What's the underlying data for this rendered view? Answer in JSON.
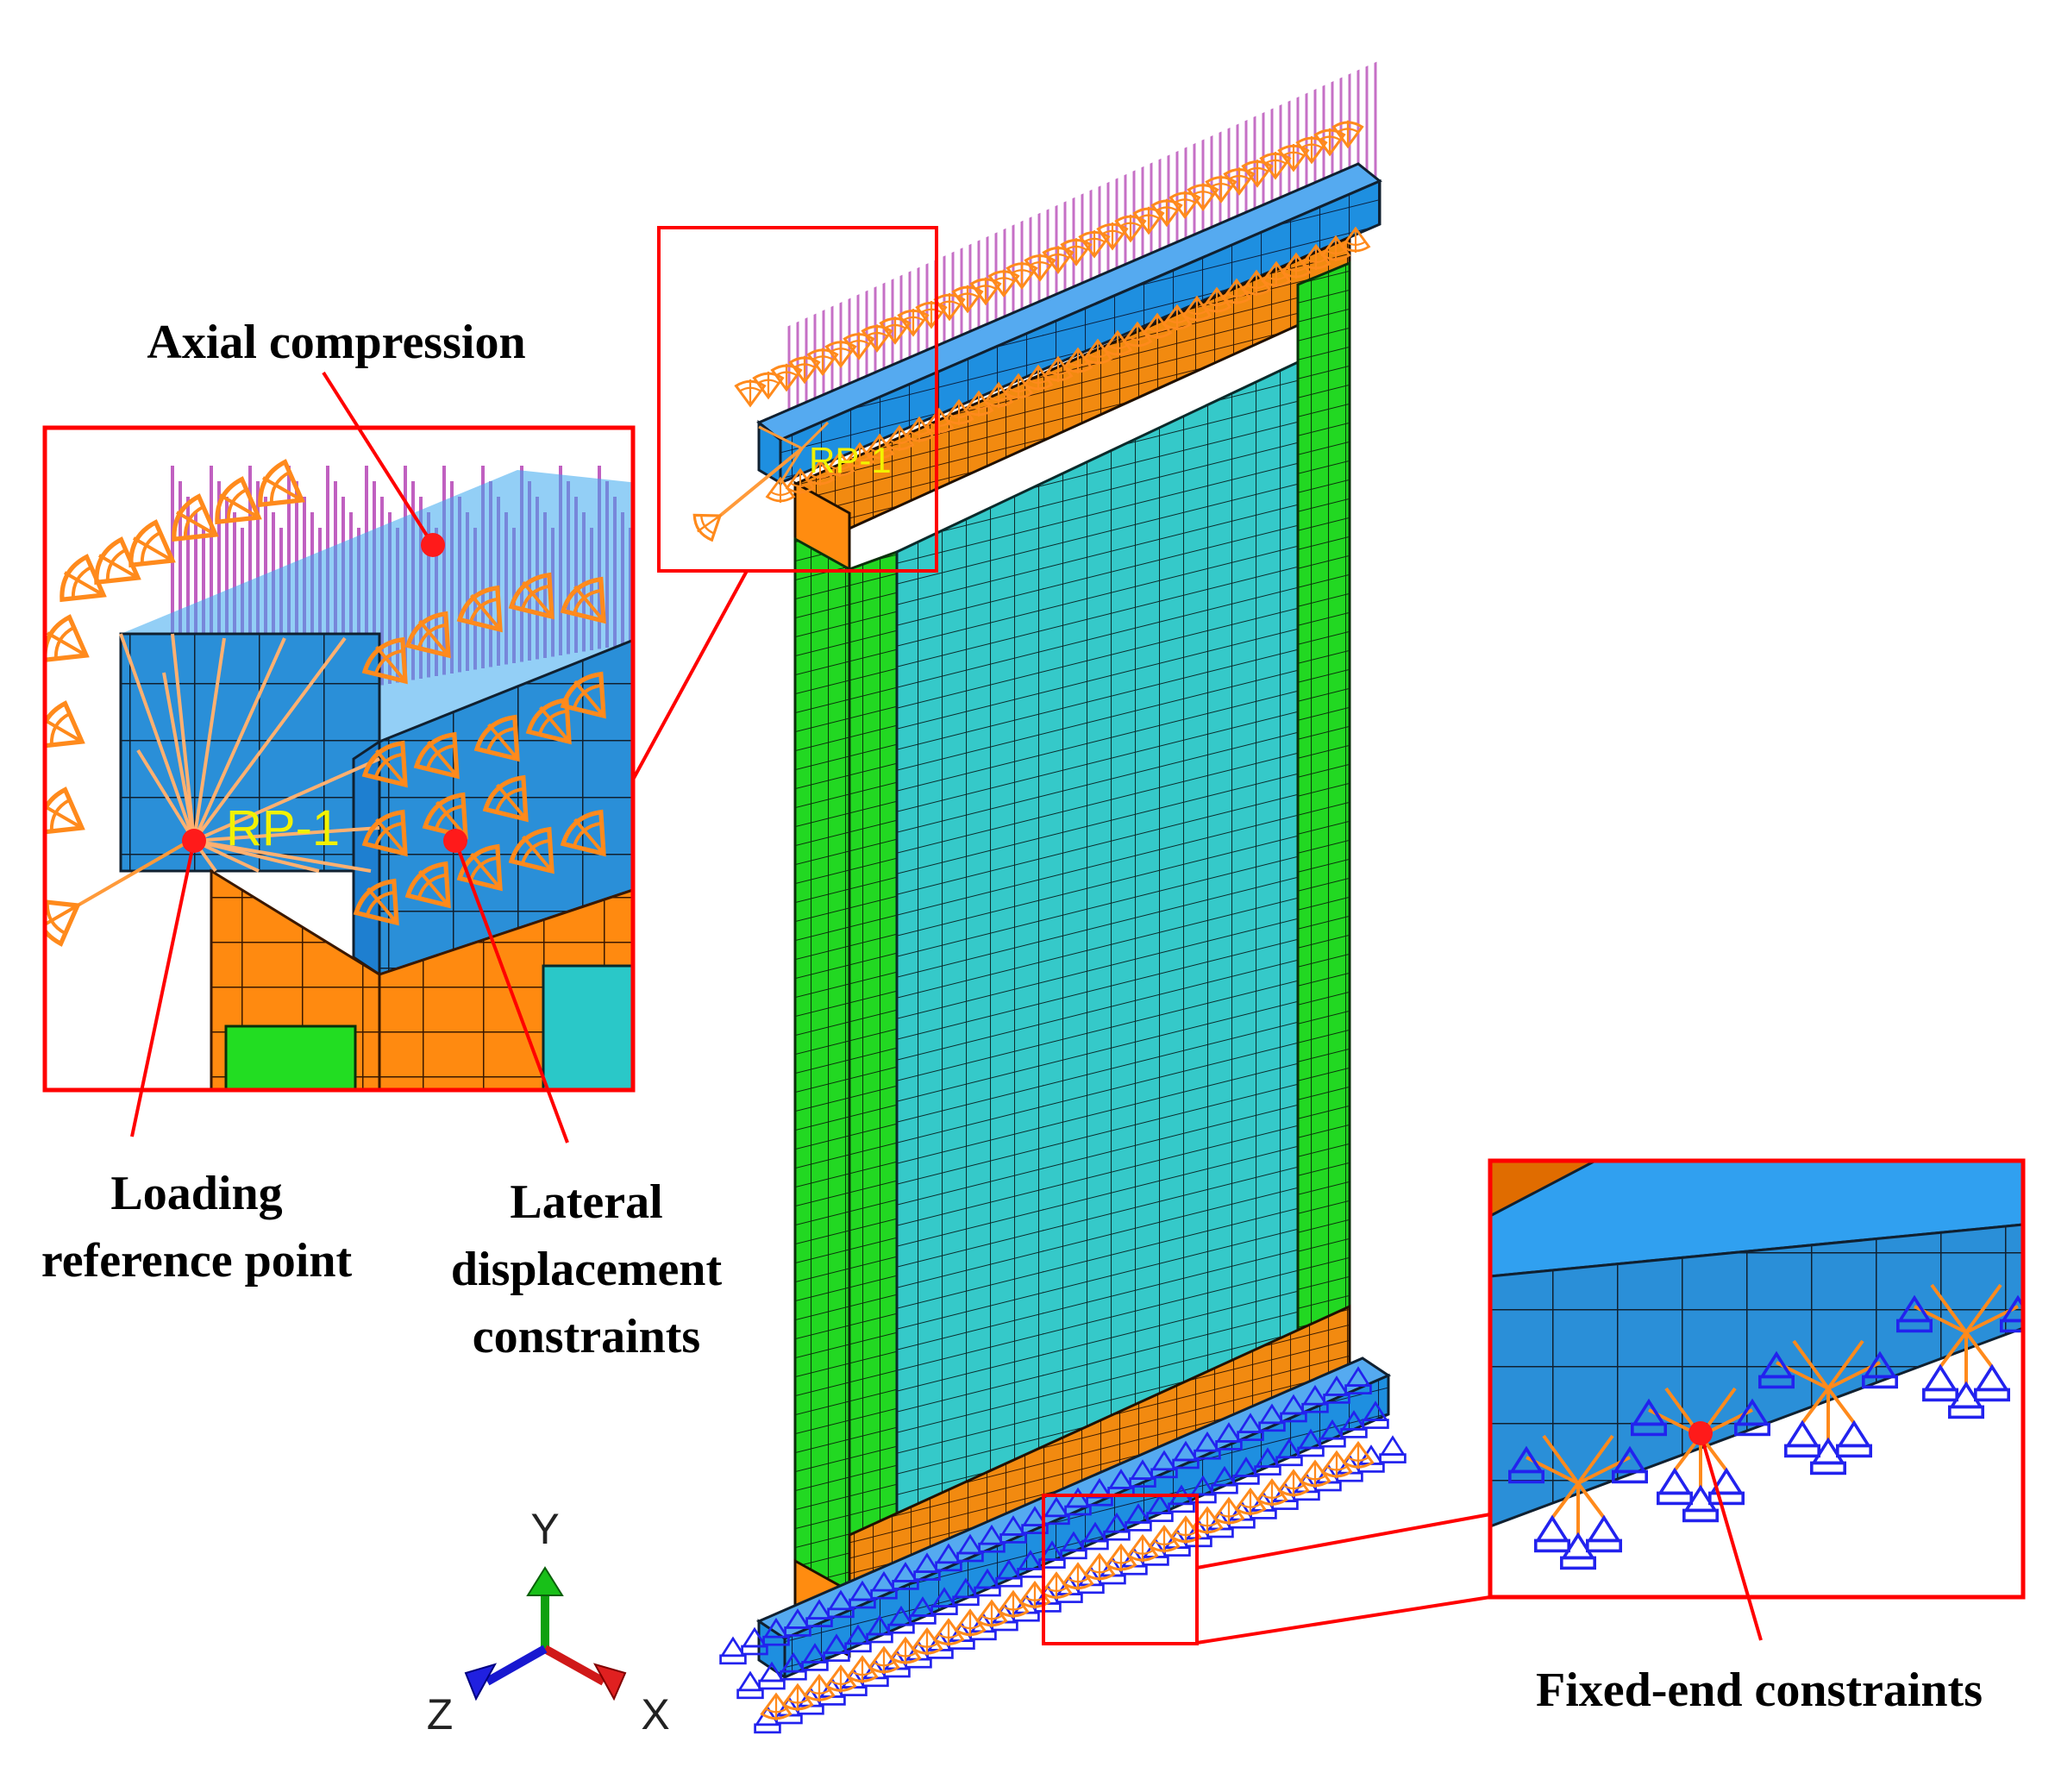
{
  "labels": {
    "axial_compression": "Axial compression",
    "loading_reference_point_line1": "Loading",
    "loading_reference_point_line2": "reference point",
    "lateral_line1": "Lateral",
    "lateral_line2": "displacement",
    "lateral_line3": "constraints",
    "fixed_end": "Fixed-end constraints",
    "rp_tag": "RP-1"
  },
  "axes": {
    "y": "Y",
    "z": "Z",
    "x": "X"
  },
  "colors": {
    "callout": "#ff0000",
    "marker": "#ff1a1a",
    "cap_blue": "#1e90e8",
    "band_orange": "#ff8c00",
    "column_green": "#22dd22",
    "web_cyan": "#33cccc",
    "load_magenta": "#c060c0",
    "constraint_orange": "#ff8a1c",
    "fixed_blue": "#2222ee",
    "rp_yellow": "#f2f200"
  },
  "icons": [
    "load-arrow-icon",
    "cone-constraint-icon",
    "fixed-support-icon",
    "axis-triad-icon",
    "marker-dot-icon"
  ]
}
